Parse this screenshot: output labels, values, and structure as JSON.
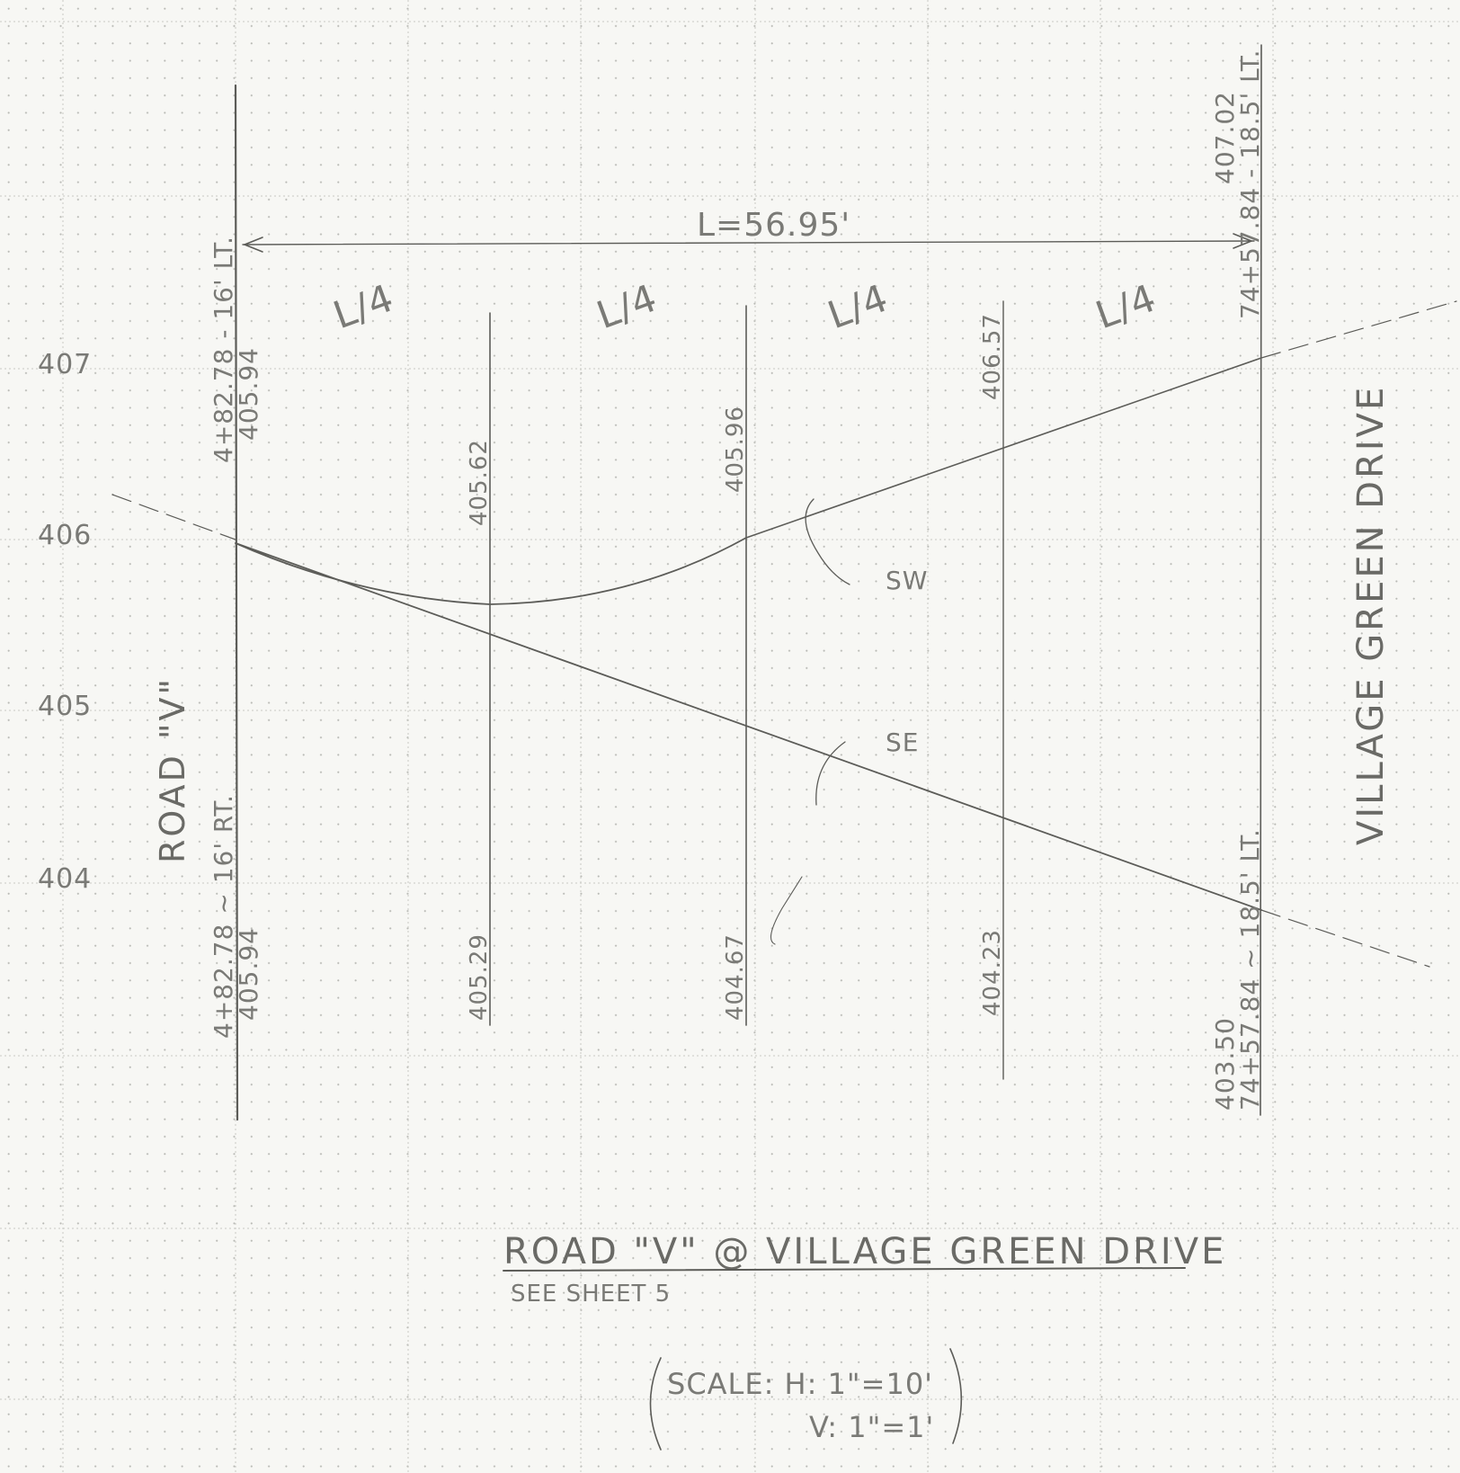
{
  "elevation_labels": [
    "407",
    "406",
    "405",
    "404"
  ],
  "road_v": {
    "name": "ROAD \"V\"",
    "station_top": "4+82.78 - 16' LT.",
    "elev_top": "405.94",
    "station_bottom": "4+82.78 ~ 16' RT.",
    "elev_bottom": "405.94"
  },
  "village_green": {
    "name": "VILLAGE GREEN DRIVE",
    "elev_top": "407.02",
    "station_top": "74+57.84 - 18.5' LT.",
    "elev_bottom": "403.50",
    "station_bottom": "74+57.84 ~ 18.5' LT."
  },
  "curve": {
    "length_label": "L=56.95'",
    "quarter_label": "L/4"
  },
  "upper_offsets": [
    "405.62",
    "405.96",
    "406.57"
  ],
  "lower_offsets": [
    "405.29",
    "404.67",
    "404.23"
  ],
  "side_labels": {
    "sw": "SW",
    "se": "SE"
  },
  "title": {
    "main": "ROAD \"V\" @ VILLAGE GREEN DRIVE",
    "sub": "SEE SHEET 5",
    "scale_h": "SCALE: H: 1\"=10'",
    "scale_v": "V: 1\"=1'"
  },
  "colors": {
    "paper": "#f7f7f4",
    "pencil": "#5c5c58",
    "grid": "#c9cac4"
  }
}
